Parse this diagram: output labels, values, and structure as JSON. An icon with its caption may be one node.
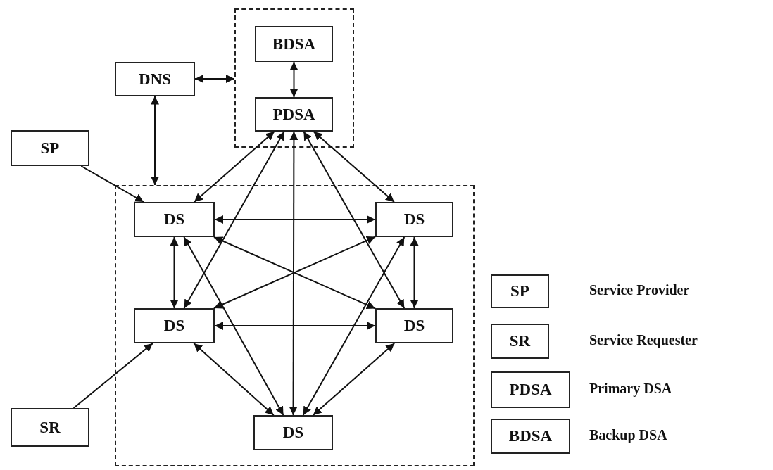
{
  "diagram": {
    "nodes": [
      {
        "text": [],
        "shape": "box"
      },
      {
        "text": [
          "BDSA"
        ],
        "in": 0
      },
      {
        "text": [
          "PDSA"
        ],
        "in": 0
      },
      {
        "text": [
          "DNS"
        ]
      },
      {
        "text": [
          "SP"
        ]
      },
      {
        "text": [],
        "shape": "box"
      },
      {
        "text": [
          "DS"
        ],
        "in": 5
      },
      {
        "text": [
          "DS"
        ],
        "in": 5
      },
      {
        "text": [
          "DS"
        ],
        "in": 5
      },
      {
        "text": [
          "DS"
        ],
        "in": 5
      },
      {
        "text": [
          "DS"
        ],
        "in": 5
      },
      {
        "text": [
          "SR"
        ]
      },
      {
        "text": [
          "SP"
        ],
        "beside": [
          "Service Provider"
        ]
      },
      {
        "text": [
          "SR"
        ],
        "beside": [
          "Service Requester"
        ]
      },
      {
        "text": [
          "PDSA"
        ],
        "beside": [
          "Primary DSA"
        ]
      },
      {
        "text": [
          "BDSA"
        ],
        "beside": [
          "Backup DSA"
        ]
      }
    ],
    "edges": [
      {
        "from": 3,
        "to": 0,
        "arrow": "both"
      },
      {
        "from": 1,
        "to": 2,
        "arrow": "both"
      },
      {
        "from": 3,
        "to": 5,
        "arrow": "both"
      },
      {
        "from": 4,
        "to": 6,
        "arrow": "to"
      },
      {
        "from": 11,
        "to": 8,
        "arrow": "to"
      },
      {
        "from": 2,
        "to": 6,
        "arrow": "both"
      },
      {
        "from": 2,
        "to": 7,
        "arrow": "both"
      },
      {
        "from": 2,
        "to": 8,
        "arrow": "both"
      },
      {
        "from": 2,
        "to": 9,
        "arrow": "both"
      },
      {
        "from": 2,
        "to": 10,
        "arrow": "both"
      },
      {
        "from": 6,
        "to": 7,
        "arrow": "both"
      },
      {
        "from": 6,
        "to": 8,
        "arrow": "both"
      },
      {
        "from": 7,
        "to": 9,
        "arrow": "both"
      },
      {
        "from": 8,
        "to": 9,
        "arrow": "both"
      },
      {
        "from": 6,
        "to": 9,
        "arrow": "both"
      },
      {
        "from": 7,
        "to": 8,
        "arrow": "both"
      },
      {
        "from": 6,
        "to": 10,
        "arrow": "both"
      },
      {
        "from": 7,
        "to": 10,
        "arrow": "both"
      },
      {
        "from": 8,
        "to": 10,
        "arrow": "both"
      },
      {
        "from": 9,
        "to": 10,
        "arrow": "both"
      }
    ]
  }
}
